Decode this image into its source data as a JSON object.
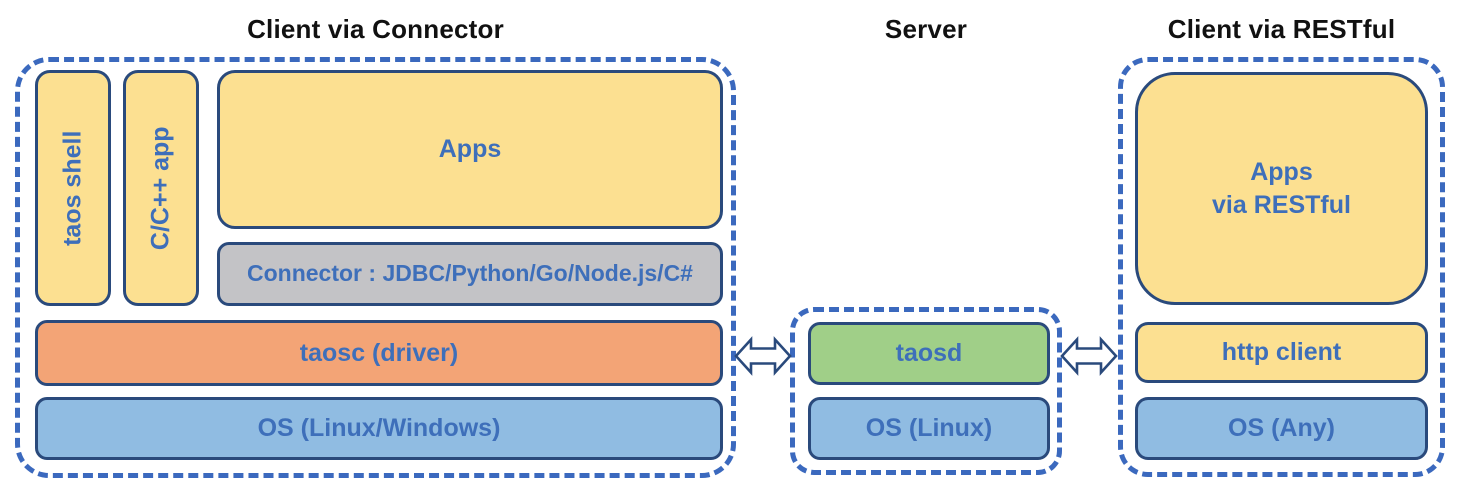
{
  "colors": {
    "yellow": "#FCE091",
    "orange": "#F3A476",
    "blue": "#90BCE2",
    "green": "#A0CF88",
    "gray": "#C3C3C6",
    "dashed_border": "#3B69BE",
    "box_border": "#2A4A7C",
    "label_text": "#3E6FBA",
    "title_text": "#111111",
    "bg": "#FFFFFF"
  },
  "sections": {
    "connector": {
      "title": "Client via Connector",
      "boxes": {
        "taos_shell": "taos shell",
        "cpp_app": "C/C++ app",
        "apps": "Apps",
        "connector": "Connector : JDBC/Python/Go/Node.js/C#",
        "taosc": "taosc (driver)",
        "os": "OS (Linux/Windows)"
      }
    },
    "server": {
      "title": "Server",
      "boxes": {
        "taosd": "taosd",
        "os": "OS (Linux)"
      }
    },
    "restful": {
      "title": "Client via RESTful",
      "boxes": {
        "apps": "Apps\nvia RESTful",
        "http_client": "http client",
        "os": "OS (Any)"
      }
    }
  },
  "arrows": [
    {
      "name": "client-server-arrow",
      "direction": "bidirectional"
    },
    {
      "name": "server-restful-arrow",
      "direction": "bidirectional"
    }
  ]
}
